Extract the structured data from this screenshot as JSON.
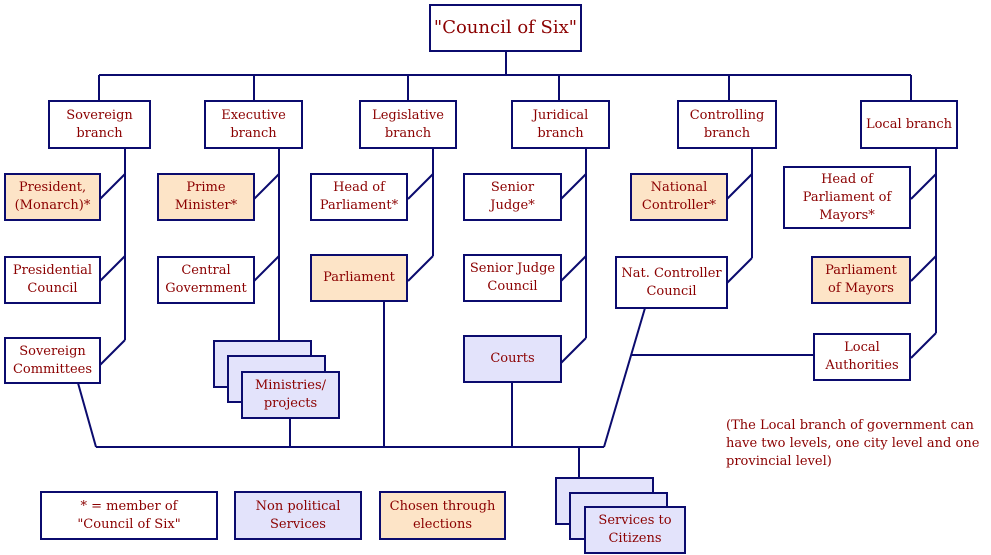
{
  "title": "\"Council of Six\"",
  "branches": {
    "sovereign": "Sovereign\nbranch",
    "executive": "Executive\nbranch",
    "legislative": "Legislative\nbranch",
    "juridical": "Juridical\nbranch",
    "controlling": "Controlling\nbranch",
    "local": "Local  branch"
  },
  "nodes": {
    "president": "President,\n(Monarch)*",
    "presidential_council": "Presidential\nCouncil",
    "sovereign_committees": "Sovereign\nCommittees",
    "prime_minister": "Prime\nMinister*",
    "central_government": "Central\nGovernment",
    "ministries": "Ministries/\nprojects",
    "head_of_parliament": "Head of\nParliament*",
    "parliament": "Parliament",
    "senior_judge": "Senior\nJudge*",
    "senior_judge_council": "Senior Judge\nCouncil",
    "courts": "Courts",
    "national_controller": "National\nController*",
    "nat_controller_council": "Nat. Controller\nCouncil",
    "head_of_parliament_of_mayors": "Head of\nParliament of\nMayors*",
    "parliament_of_mayors": "Parliament\nof Mayors",
    "local_authorities": "Local\nAuthorities",
    "services": "Services to\nCitizens"
  },
  "legend": {
    "member": "* = member of\n\"Council of Six\"",
    "non_political": "Non political\nServices",
    "elected": "Chosen through\nelections"
  },
  "note": "(The Local branch of government can have two levels, one city level and one provincial level)",
  "colors": {
    "line": "#0b0b6e",
    "text": "#8b0000",
    "elected_fill": "#fde4c7",
    "service_fill": "#e3e3fb"
  }
}
